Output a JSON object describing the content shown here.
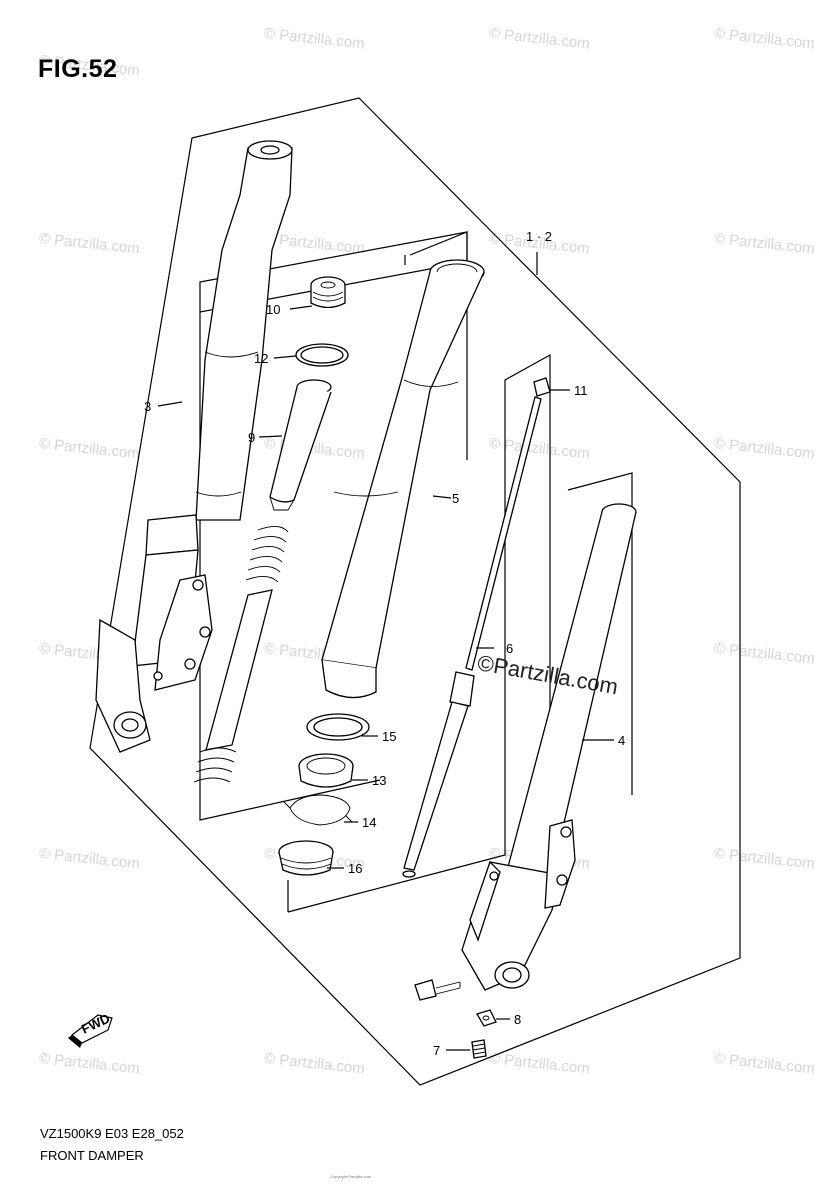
{
  "figure_label": "FIG.52",
  "footer": {
    "model_code": "VZ1500K9 E03 E28_052",
    "section_name": "FRONT DAMPER",
    "copyright_small": "Copyright Partzilla.com"
  },
  "watermark": {
    "text": "© Partzilla.com",
    "prominent_text": "©Partzilla.com"
  },
  "fwd_badge": "FWD",
  "callouts": {
    "c_1_2": "1 · 2",
    "c_3": "3",
    "c_4": "4",
    "c_5": "5",
    "c_6": "6",
    "c_7": "7",
    "c_8": "8",
    "c_9": "9",
    "c_10": "10",
    "c_11": "11",
    "c_12": "12",
    "c_13": "13",
    "c_14": "14",
    "c_15": "15",
    "c_16": "16"
  },
  "colors": {
    "line": "#000000",
    "watermark": "#d6d6d6",
    "background": "#ffffff"
  }
}
